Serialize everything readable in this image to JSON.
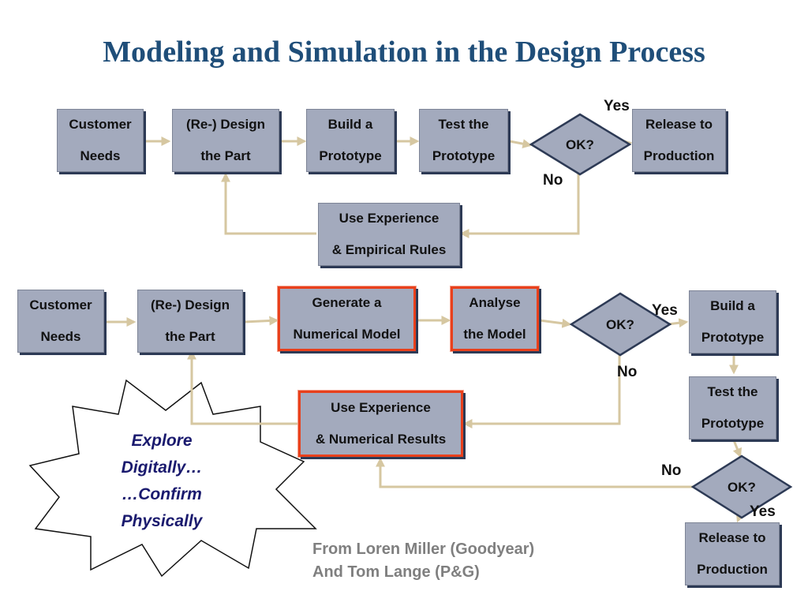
{
  "title": "Modeling and Simulation in the Design Process",
  "top_flow": {
    "customer_needs": [
      "Customer",
      "Needs"
    ],
    "redesign": [
      "(Re-) Design",
      "the Part"
    ],
    "build": [
      "Build a",
      "Prototype"
    ],
    "test": [
      "Test the",
      "Prototype"
    ],
    "decision": "OK?",
    "release": [
      "Release to",
      "Production"
    ],
    "experience": [
      "Use Experience",
      "& Empirical Rules"
    ],
    "yes_label": "Yes",
    "no_label": "No"
  },
  "bottom_flow": {
    "customer_needs": [
      "Customer",
      "Needs"
    ],
    "redesign": [
      "(Re-) Design",
      "the Part"
    ],
    "generate": [
      "Generate a",
      "Numerical Model"
    ],
    "analyse": [
      "Analyse",
      "the Model"
    ],
    "decision1": "OK?",
    "yes1_label": "Yes",
    "no1_label": "No",
    "build": [
      "Build a",
      "Prototype"
    ],
    "test": [
      "Test the",
      "Prototype"
    ],
    "decision2": "OK?",
    "no2_label": "No",
    "yes2_label": "Yes",
    "release": [
      "Release to",
      "Production"
    ],
    "experience": [
      "Use Experience",
      "& Numerical Results"
    ]
  },
  "starburst": [
    "Explore",
    "Digitally…",
    "…Confirm",
    "Physically"
  ],
  "credit": [
    "From Loren Miller (Goodyear)",
    "And Tom Lange (P&G)"
  ],
  "colors": {
    "title": "#1f4e79",
    "box_fill": "#a3aabd",
    "box_shadow": "#2d3a55",
    "highlight_border": "#e8401c",
    "connector": "#d6c7a1",
    "starburst_text": "#1a1a6e",
    "credit_text": "#7f7f7f"
  }
}
